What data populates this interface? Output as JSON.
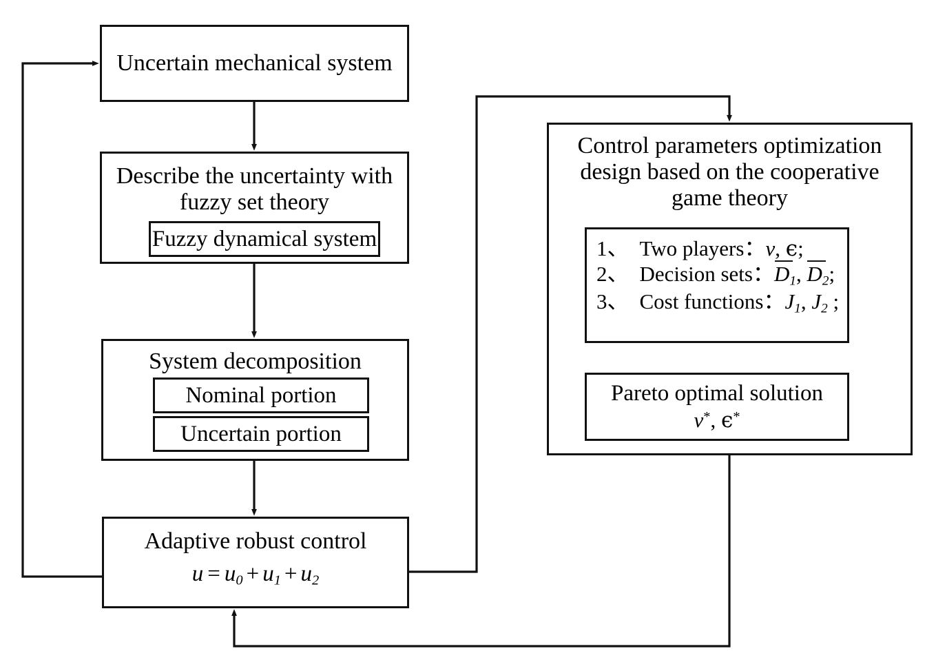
{
  "diagram": {
    "title": "Adaptive robust control with cooperative game theory optimization flowchart",
    "line_color": "#111111",
    "background": "#ffffff"
  },
  "left_column": {
    "uncertain_system": {
      "label": "Uncertain mechanical system"
    },
    "describe_uncertainty": {
      "label": "Describe the uncertainty with\nfuzzy set theory",
      "inner": {
        "label": "Fuzzy dynamical system"
      }
    },
    "system_decomposition": {
      "label": "System decomposition",
      "inner_items": [
        {
          "label": "Nominal portion"
        },
        {
          "label": "Uncertain portion"
        }
      ]
    },
    "adaptive_robust_control": {
      "label": "Adaptive robust control",
      "formula": {
        "lhs": "u",
        "equals": "=",
        "terms": [
          "u",
          "u",
          "u"
        ],
        "subscripts": [
          "0",
          "1",
          "2"
        ],
        "plus": "+",
        "full_text": "u = u0 + u1 + u2"
      }
    }
  },
  "right_column": {
    "control_parameters": {
      "label": "Control parameters optimization\ndesign based on the cooperative\ngame theory",
      "game_setup": {
        "items": [
          {
            "number": "1",
            "enum_mark": "、",
            "label": "Two players",
            "colon": "：",
            "symbols": "ν, ϵ;"
          },
          {
            "number": "2",
            "enum_mark": "、",
            "label": "Decision sets",
            "colon": "：",
            "symbols": "D̄1, D̄2;"
          },
          {
            "number": "3",
            "enum_mark": "、",
            "label": "Cost functions",
            "colon": "：",
            "symbols": "J1, J2;"
          }
        ]
      },
      "pareto": {
        "label": "Pareto optimal solution",
        "symbols": "ν*, ϵ*"
      }
    }
  },
  "connectors": [
    {
      "name": "uncertain-system-to-describe",
      "type": "arrow-down"
    },
    {
      "name": "describe-to-decomposition",
      "type": "arrow-down"
    },
    {
      "name": "decomposition-to-control",
      "type": "arrow-down"
    },
    {
      "name": "control-to-optimization",
      "type": "arrow-right-up-right-down"
    },
    {
      "name": "game-setup-to-pareto",
      "type": "arrow-down"
    },
    {
      "name": "pareto-to-control-feedback",
      "type": "arrow-down-left-up"
    },
    {
      "name": "control-to-uncertain-system-feedback",
      "type": "arrow-left-up-right"
    }
  ]
}
